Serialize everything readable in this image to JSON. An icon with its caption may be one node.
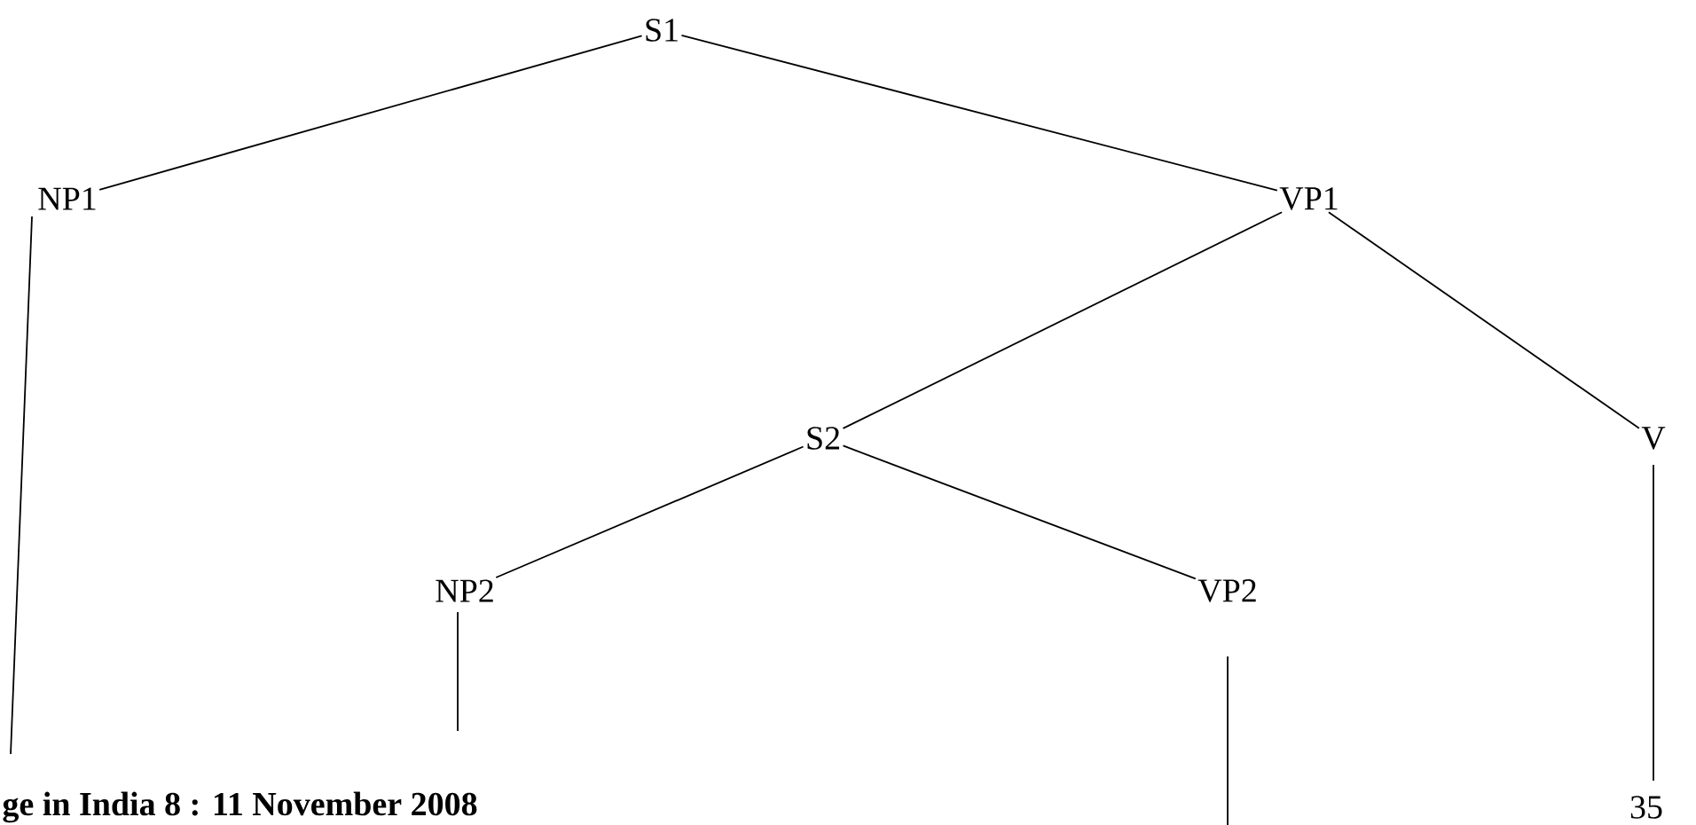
{
  "diagram": {
    "nodes": [
      {
        "text": [
          "S1"
        ]
      },
      {
        "text": [
          "NP1"
        ]
      },
      {
        "text": [
          "VP1"
        ]
      },
      {
        "text": [
          "S2"
        ]
      },
      {
        "text": [
          "V"
        ]
      },
      {
        "text": [
          "NP2"
        ]
      },
      {
        "text": [
          "VP2"
        ]
      }
    ],
    "edges": [
      {
        "from": 0,
        "to": 1,
        "arrow": "none"
      },
      {
        "from": 0,
        "to": 2,
        "arrow": "none"
      },
      {
        "from": 2,
        "to": 3,
        "arrow": "none"
      },
      {
        "from": 2,
        "to": 4,
        "arrow": "none"
      },
      {
        "from": 3,
        "to": 5,
        "arrow": "none"
      },
      {
        "from": 3,
        "to": 6,
        "arrow": "none"
      },
      {
        "from": 1,
        "to": null,
        "arrow": "none"
      },
      {
        "from": 5,
        "to": null,
        "arrow": "none"
      },
      {
        "from": 6,
        "to": null,
        "arrow": "none"
      },
      {
        "from": 4,
        "to": null,
        "arrow": "none"
      }
    ],
    "labels": [
      "ge in India 8 : 11 November 2008",
      "35"
    ]
  }
}
